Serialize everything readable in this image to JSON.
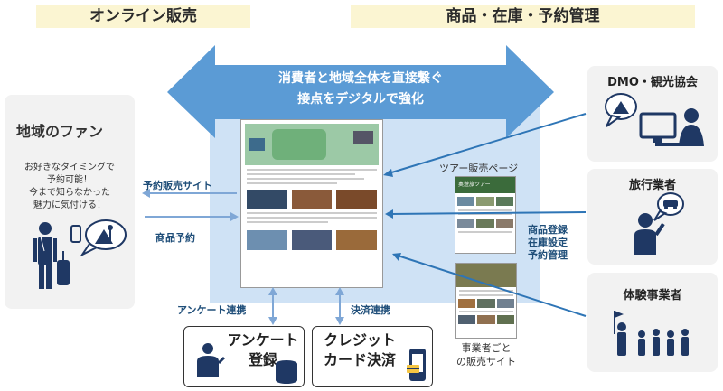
{
  "banners": {
    "left": "オンライン販売",
    "right": "商品・在庫・予約管理"
  },
  "big_arrow": {
    "line1": "消費者と地域全体を直接繋ぐ",
    "line2": "接点をデジタルで強化"
  },
  "fan": {
    "title": "地域のファン",
    "desc1": "お好きなタイミングで",
    "desc2": "予約可能！",
    "desc3": "今まで知らなかった",
    "desc4": "魅力に気付ける！"
  },
  "left_labels": {
    "site": "予約販売サイト",
    "booking": "商品予約"
  },
  "right_actors": {
    "dmo": "DMO・観光協会",
    "travel": "旅行業者",
    "experience": "体験事業者"
  },
  "tour_label": "ツアー販売ページ",
  "management": {
    "l1": "商品登録",
    "l2": "在庫設定",
    "l3": "予約管理"
  },
  "bottom_labels": {
    "survey_link": "アンケート連携",
    "payment_link": "決済連携"
  },
  "survey_box": {
    "l1": "アンケート",
    "l2": "登録"
  },
  "credit_box": {
    "l1": "クレジット",
    "l2": "カード決済"
  },
  "operator_site": {
    "l1": "事業者ごと",
    "l2": "の販売サイト"
  },
  "mini_site_header": "奥遊旅ツアー",
  "colors": {
    "accent_blue": "#2e75b6",
    "arrow_blue": "#5b9bd5",
    "navy": "#1f3864",
    "banner": "#fbf5d2",
    "panel": "#f2f2f2",
    "center": "#cfe2f5"
  }
}
